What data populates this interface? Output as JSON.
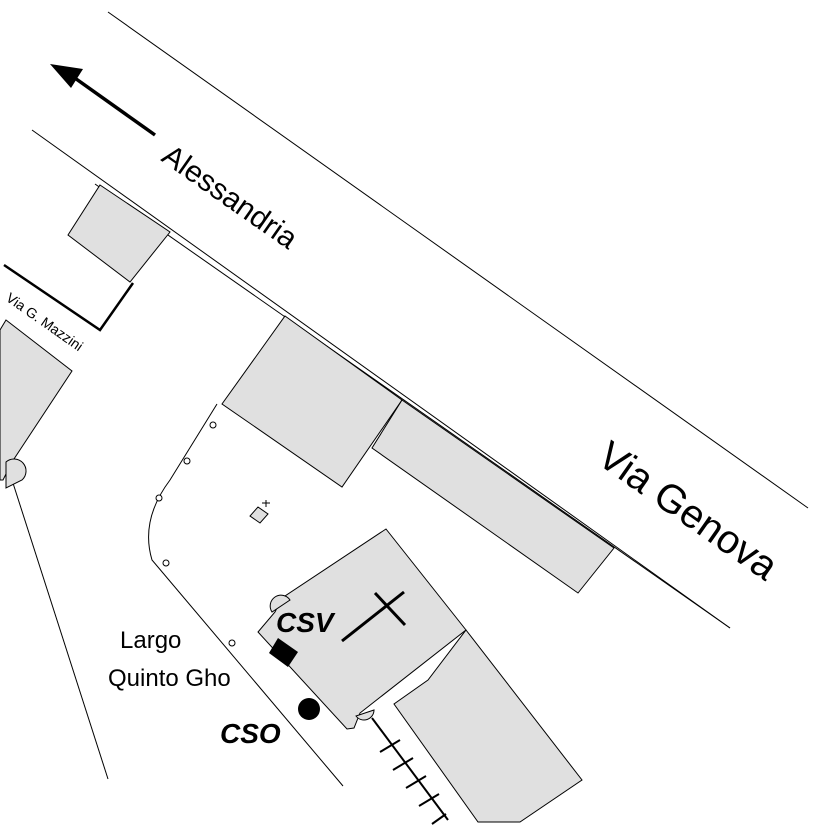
{
  "map": {
    "direction_label": "Alessandria",
    "streets": {
      "via_genova": "Via Genova",
      "via_mazzini": "Via G. Mazzini"
    },
    "square": {
      "line1": "Largo",
      "line2": "Quinto Gho"
    },
    "markers": {
      "csv": "CSV",
      "cso": "CSO"
    },
    "colors": {
      "building_fill": "#e0e0e0",
      "line": "#000000",
      "background": "#ffffff"
    },
    "icons": {
      "direction": "arrow-left-up-icon",
      "church": "cross-icon",
      "csv_marker": "black-rectangle-icon",
      "cso_marker": "black-dot-icon"
    }
  }
}
